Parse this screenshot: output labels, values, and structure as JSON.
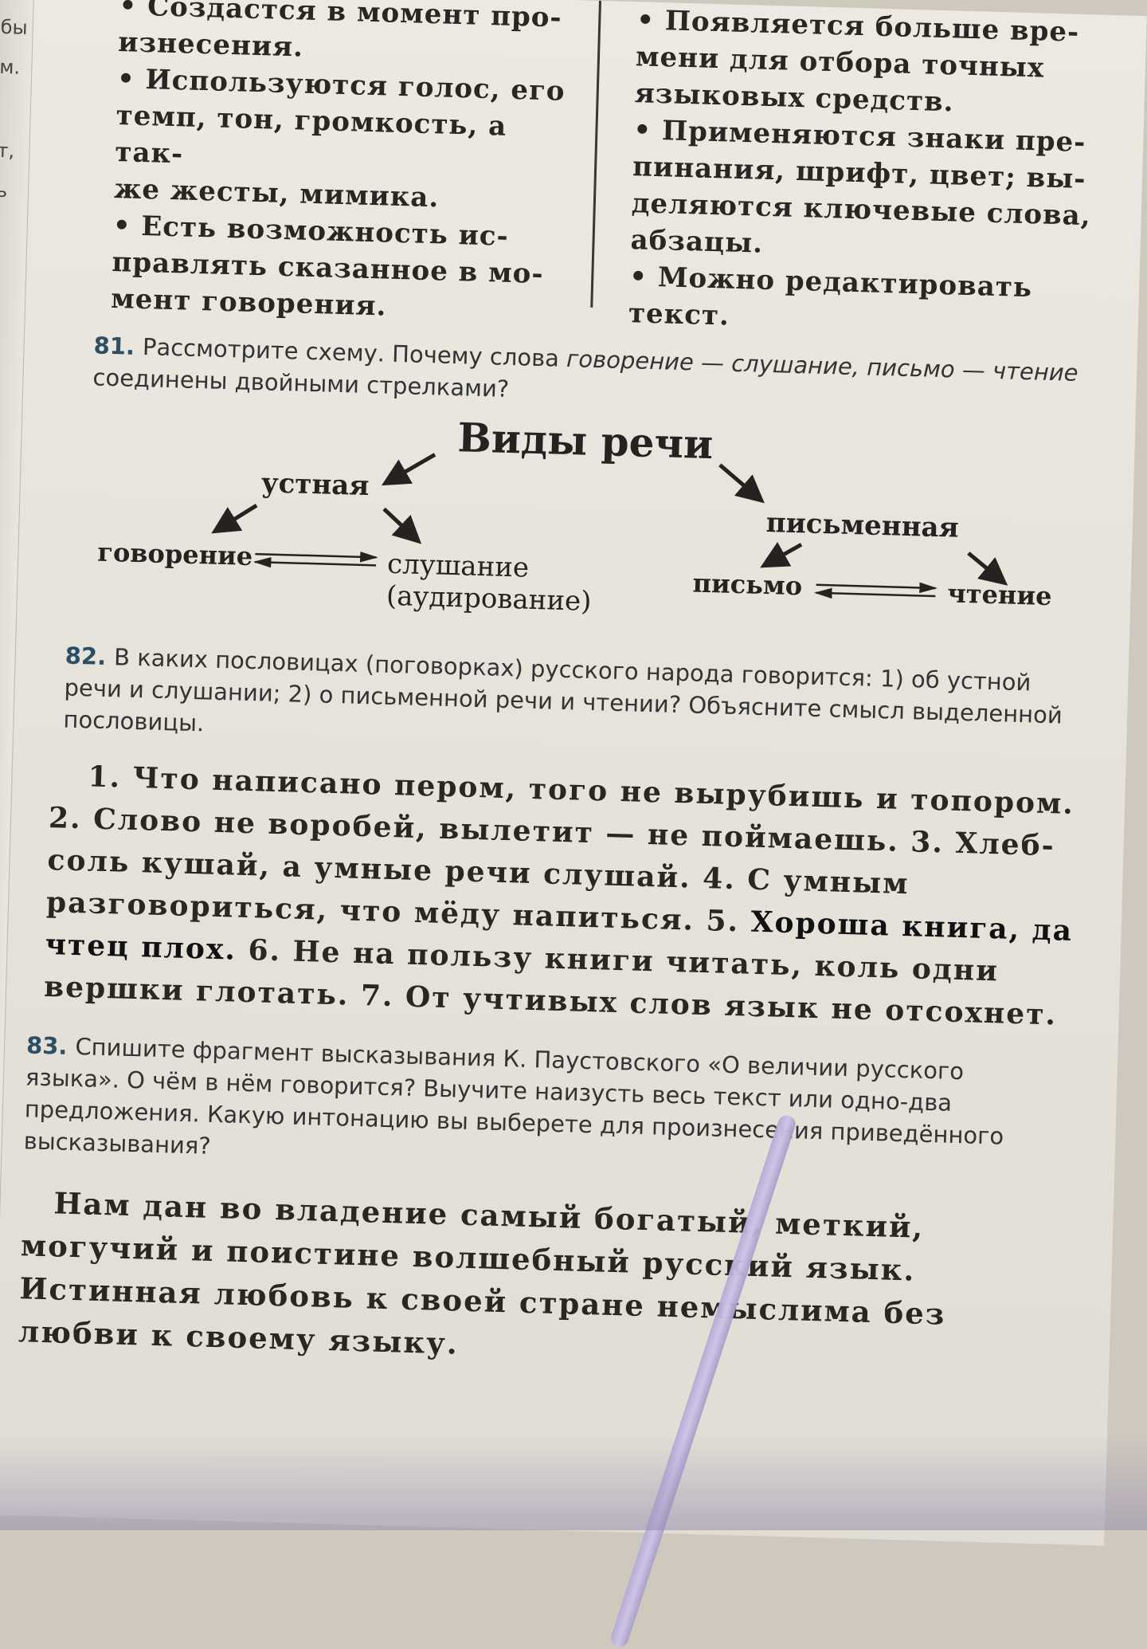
{
  "edge": {
    "fragments": [
      "бы",
      "м.",
      "т,",
      "ь"
    ]
  },
  "top_left": {
    "lines": [
      "• Создастся в момент про-",
      "изнесения.",
      "• Используются голос, его",
      "темп, тон, громкость, а так-",
      "же жесты, мимика.",
      "• Есть возможность ис-",
      "правлять сказанное в мо-",
      "мент говорения."
    ]
  },
  "top_right": {
    "lines": [
      "• Появляется больше вре-",
      "мени для отбора точных",
      "языковых средств.",
      "• Применяются знаки пре-",
      "пинания, шрифт, цвет; вы-",
      "деляются ключевые слова,",
      "абзацы.",
      "• Можно редактировать",
      "текст."
    ]
  },
  "task81": {
    "number": "81.",
    "text_a": "Рассмотрите схему. Почему слова ",
    "italic_a": "говорение — слушание, письмо — чтение",
    "text_b": " соединены двойными стрелками?"
  },
  "diagram": {
    "title": "Виды речи",
    "oral": "устная",
    "written": "письменная",
    "speaking": "говорение",
    "listening": "слушание",
    "listening_alt": "(аудирование)",
    "writing": "письмо",
    "reading": "чтение"
  },
  "task82": {
    "number": "82.",
    "text": "В каких пословицах (поговорках) русского народа говорится: 1) об устной речи и слушании; 2) о письменной речи и чтении? Объясните смысл выделенной пословицы."
  },
  "proverbs": {
    "part1": "1. Что написано пером, того не вырубишь и топором. 2. Слово не воробей, вылетит — не поймаешь. 3. Хлеб-соль кушай, а умные речи слушай. 4. С умным разговориться, что мёду напиться. 5. ",
    "highlight": "Хороша книга, да чтец плох.",
    "part2": " 6. Не на пользу книги читать, коль одни вершки глотать. 7. От учтивых слов язык не отсохнет."
  },
  "task83": {
    "number": "83.",
    "text": "Спишите фрагмент высказывания К. Паустовского «О величии русского языка». О чём в нём говорится? Выучите наизусть весь текст или одно-два предложения. Какую интонацию вы выберете для произнесения приведённого высказывания?"
  },
  "quote": {
    "text": "Нам дан во владение самый богатый, меткий, могучий и поистине волшебный русский язык. Истинная любовь к своей стране немыслима без любви к своему языку."
  }
}
